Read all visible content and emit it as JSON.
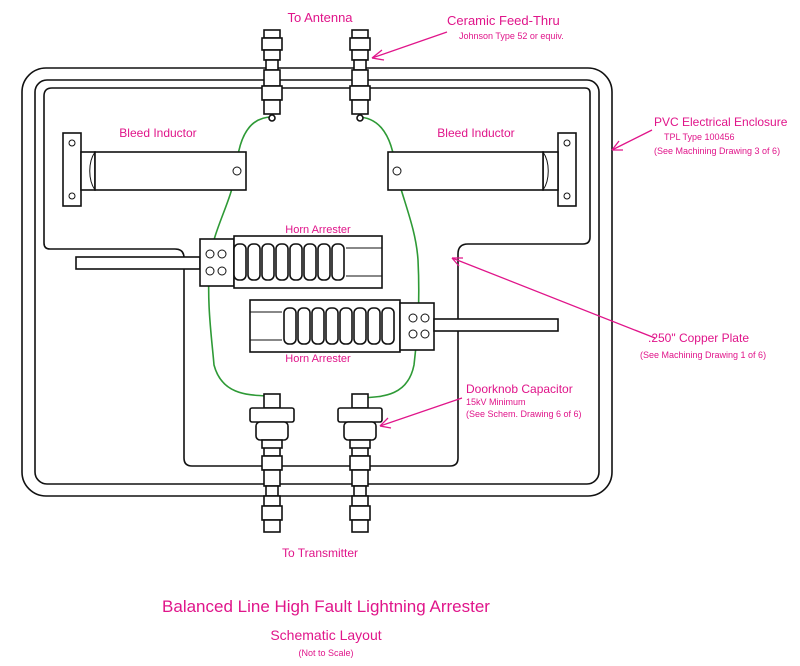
{
  "labels": {
    "to_antenna": "To Antenna",
    "to_transmitter": "To Transmitter",
    "feedthru_title": "Ceramic Feed-Thru",
    "feedthru_sub": "Johnson Type 52 or equiv.",
    "bleed_left": "Bleed Inductor",
    "bleed_right": "Bleed Inductor",
    "horn_top": "Horn Arrester",
    "horn_bottom": "Horn Arrester",
    "enclosure_title": "PVC Electrical Enclosure",
    "enclosure_sub1": "TPL Type 100456",
    "enclosure_sub2": "(See Machining Drawing 3 of 6)",
    "copper_title": ".250\" Copper Plate",
    "copper_sub": "(See Machining Drawing 1 of 6)",
    "cap_title": "Doorknob Capacitor",
    "cap_sub1": "15kV Minimum",
    "cap_sub2": "(See Schem. Drawing 6 of 6)",
    "title": "Balanced Line High Fault Lightning Arrester",
    "subtitle": "Schematic Layout",
    "note": "(Not to Scale)"
  },
  "colors": {
    "label": "#e0158a",
    "wire": "#2e9a36",
    "outline": "#111111"
  }
}
